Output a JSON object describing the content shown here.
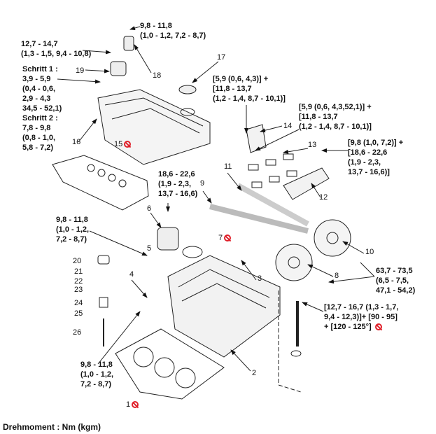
{
  "torque_labels": {
    "sensor_bolt": [
      "9,8 - 11,8",
      "(1,0 - 1,2, 7,2 - 8,7)"
    ],
    "pump_bolt": [
      "12,7 - 14,7",
      "(1,3 - 1,5, 9,4 - 10,8)"
    ],
    "cover_bolt": [
      "Schritt 1 :",
      "3,9 - 5,9",
      "(0,4 - 0,6,",
      "2,9 - 4,3",
      "34,5 - 52,1)",
      "Schritt 2 :",
      "7,8 - 9,8",
      "(0,8 - 1,0,",
      "5,8 - 7,2)"
    ],
    "front_cap_bolt": [
      "[5,9 (0,6, 4,3)] +",
      "[11,8 - 13,7",
      "(1,2 - 1,4, 8,7 - 10,1)]"
    ],
    "cap_bolt": [
      "[5,9 (0,6, 4,3,52,1)] +",
      "[11,8 - 13,7",
      "(1,2 - 1,4, 8,7 - 10,1)]"
    ],
    "ladder_bolt": [
      "[9,8 (1,0, 7,2)] +",
      "[18,6 - 22,6",
      "(1,9 - 2,3,",
      "13,7 - 16,6)]"
    ],
    "housing_bolt": [
      "18,6 - 22,6",
      "(1,9 - 2,3,",
      "13,7 - 16,6)"
    ],
    "sensor_left": [
      "9,8 - 11,8",
      "(1,0 - 1,2,",
      "7,2 - 8,7)"
    ],
    "sprocket_bolt": [
      "63,7 - 73,5",
      "(6,5 - 7,5,",
      "47,1 - 54,2)"
    ],
    "head_bolt": [
      "[12,7 - 16,7 (1,3 - 1,7,",
      "9,4 - 12,3)]+ [90 - 95]",
      "+ [120 - 125°]"
    ],
    "sensor_bottom": [
      "9,8 - 11,8",
      "(1,0 - 1,2,",
      "7,2 - 8,7)"
    ]
  },
  "part_numbers": {
    "p1": "1",
    "p2": "2",
    "p3": "3",
    "p4": "4",
    "p5": "5",
    "p6": "6",
    "p7": "7",
    "p8": "8",
    "p9": "9",
    "p10": "10",
    "p11": "11",
    "p12": "12",
    "p13": "13",
    "p14": "14",
    "p15": "15",
    "p16": "16",
    "p17": "17",
    "p18": "18",
    "p19": "19",
    "p20": "20",
    "p21": "21",
    "p22": "22",
    "p23": "23",
    "p24": "24",
    "p25": "25",
    "p26": "26"
  },
  "icons": {
    "no_reuse": "prohibited-icon",
    "no_reuse_color": "#e0202a"
  },
  "footer": "Drehmoment : Nm (kgm)"
}
